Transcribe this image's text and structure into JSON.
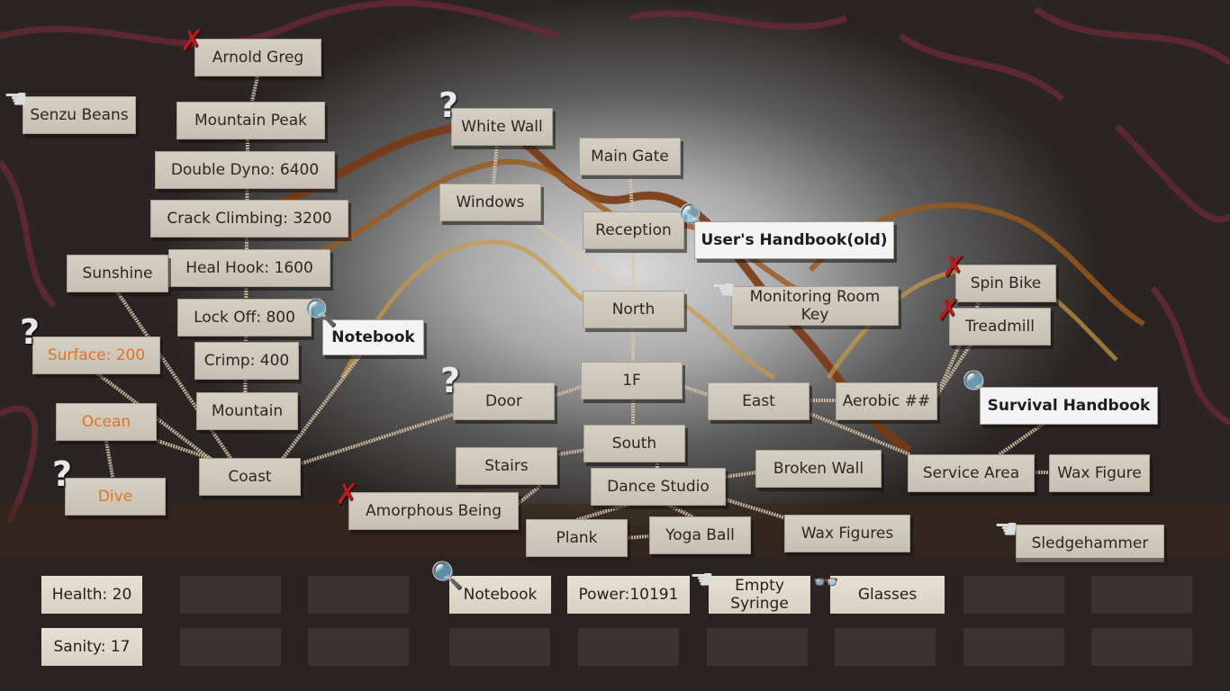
{
  "map_nodes": {
    "arnold_greg": "Arnold Greg",
    "senzu_beans": "Senzu Beans",
    "mountain_peak": "Mountain Peak",
    "double_dyno": "Double Dyno: 6400",
    "crack_climbing": "Crack Climbing: 3200",
    "heal_hook": "Heal Hook: 1600",
    "sunshine": "Sunshine",
    "lock_off": "Lock Off: 800",
    "notebook": "Notebook",
    "crimp": "Crimp: 400",
    "surface": "Surface: 200",
    "ocean": "Ocean",
    "mountain": "Mountain",
    "dive": "Dive",
    "coast": "Coast",
    "white_wall": "White Wall",
    "windows": "Windows",
    "door": "Door",
    "stairs": "Stairs",
    "amorphous_being": "Amorphous Being",
    "main_gate": "Main Gate",
    "reception": "Reception",
    "users_handbook": "User's Handbook(old)",
    "north": "North",
    "monitoring_room_key": "Monitoring Room Key",
    "floor_1f": "1F",
    "south": "South",
    "dance_studio": "Dance Studio",
    "plank": "Plank",
    "yoga_ball": "Yoga Ball",
    "east": "East",
    "broken_wall": "Broken Wall",
    "wax_figures": "Wax Figures",
    "aerobic": "Aerobic ##",
    "spin_bike": "Spin Bike",
    "treadmill": "Treadmill",
    "survival_handbook": "Survival Handbook",
    "service_area": "Service Area",
    "wax_figure": "Wax Figure",
    "sledgehammer": "Sledgehammer"
  },
  "icons": {
    "question": "?",
    "cross": "✗",
    "magnifier": "🔍",
    "hand": "☚",
    "glasses": "👓"
  },
  "stats": {
    "health": "Health: 20",
    "sanity": "Sanity: 17"
  },
  "inventory": {
    "notebook": "Notebook",
    "power": "Power:10191",
    "empty_syringe": "Empty Syringe",
    "glasses": "Glasses"
  },
  "colors": {
    "accent_orange": "#e07424",
    "cross_red": "#c01818",
    "paper": "#d6d0c4"
  }
}
